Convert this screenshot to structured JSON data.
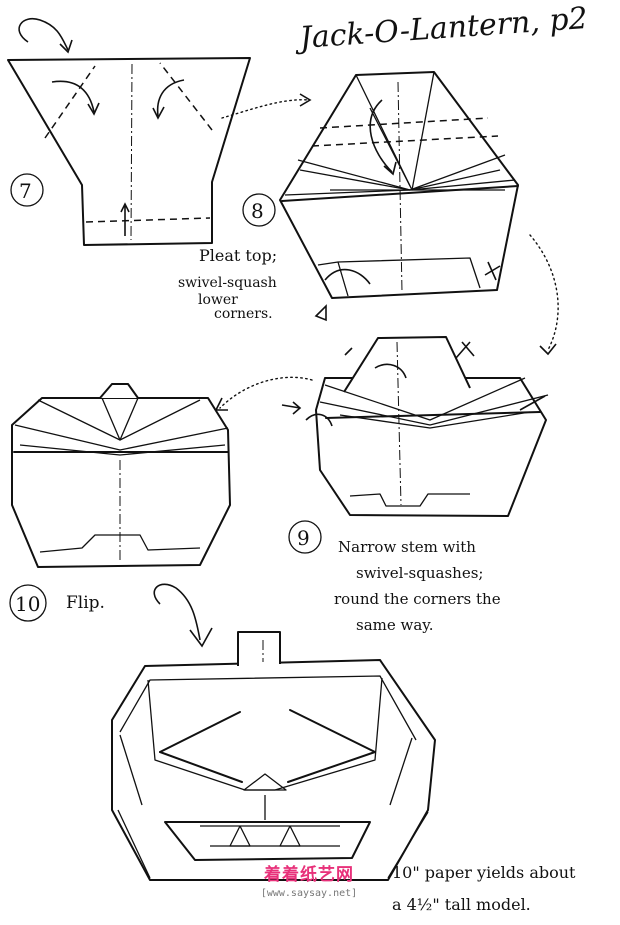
{
  "title": "Jack-O-Lantern, p2",
  "steps": [
    {
      "number": "7",
      "caption": ""
    },
    {
      "number": "8",
      "caption_lines": [
        "Pleat top;",
        "swivel-squash",
        "lower",
        "corners."
      ]
    },
    {
      "number": "9",
      "caption_lines": [
        "Narrow stem with",
        "swivel-squashes;",
        "round the corners the",
        "same way."
      ]
    },
    {
      "number": "10",
      "caption": "Flip."
    }
  ],
  "footnote_lines": [
    "10\" paper yields about",
    "a 4½\" tall model."
  ],
  "watermark": {
    "logo": "着着纸艺网",
    "url": "[www.saysay.net]"
  }
}
